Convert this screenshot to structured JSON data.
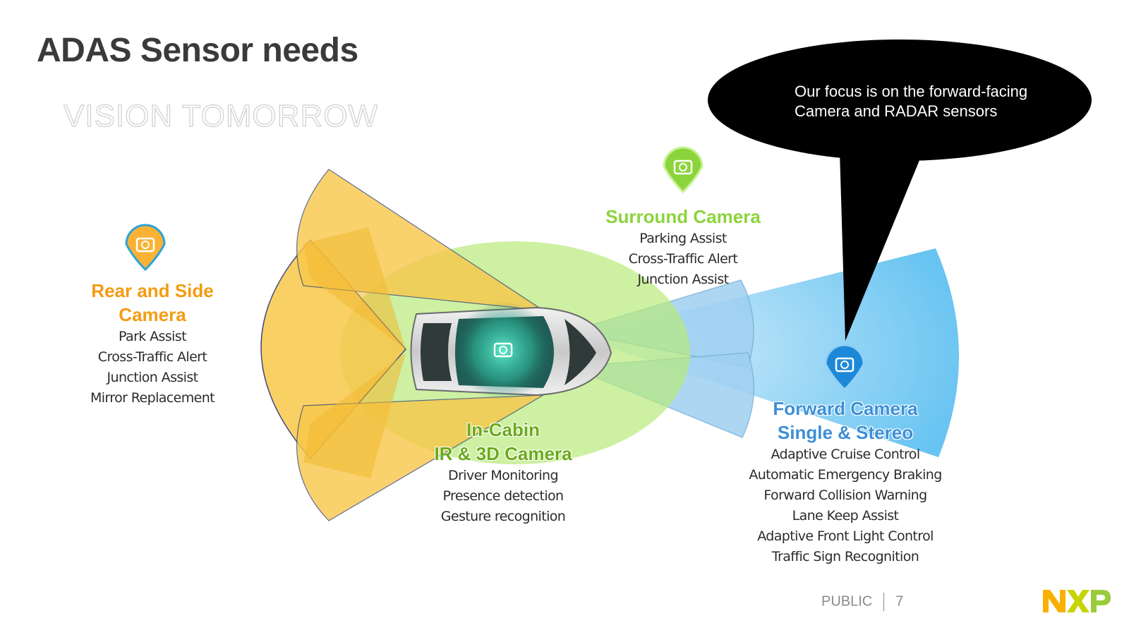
{
  "slide": {
    "title": "ADAS Sensor needs",
    "subtitle_ghost": "VISION TOMORROW"
  },
  "callout": {
    "text": "Our focus is on the forward-facing Camera and RADAR sensors"
  },
  "sensors": {
    "rear_side": {
      "title_line1": "Rear and Side",
      "title_line2": "Camera",
      "items": [
        "Park Assist",
        "Cross-Traffic Alert",
        "Junction Assist",
        "Mirror Replacement"
      ],
      "color": "#f39c12"
    },
    "surround": {
      "title_line1": "Surround Camera",
      "items": [
        "Parking Assist",
        "Cross-Traffic Alert",
        "Junction Assist"
      ],
      "color": "#8cd43c"
    },
    "in_cabin": {
      "title_line1": "In-Cabin",
      "title_line2": "IR & 3D Camera",
      "items": [
        "Driver Monitoring",
        "Presence detection",
        "Gesture recognition"
      ],
      "color": "#6aaa1c"
    },
    "forward": {
      "title_line1": "Forward Camera",
      "title_line2": "Single & Stereo",
      "items": [
        "Adaptive Cruise Control",
        "Automatic Emergency Braking",
        "Forward Collision Warning",
        "Lane Keep Assist",
        "Adaptive Front Light Control",
        "Traffic Sign Recognition"
      ],
      "color": "#3d8fd6"
    }
  },
  "footer": {
    "classification": "PUBLIC",
    "page_number": "7"
  },
  "logo": {
    "text": "NXP"
  },
  "colors": {
    "title": "#3a3a3a",
    "rear_fill": "#f8c84a",
    "surround_fill": "#c7ee8e",
    "forward_fill": "#7ec9f0",
    "callout_fill": "#000000"
  }
}
